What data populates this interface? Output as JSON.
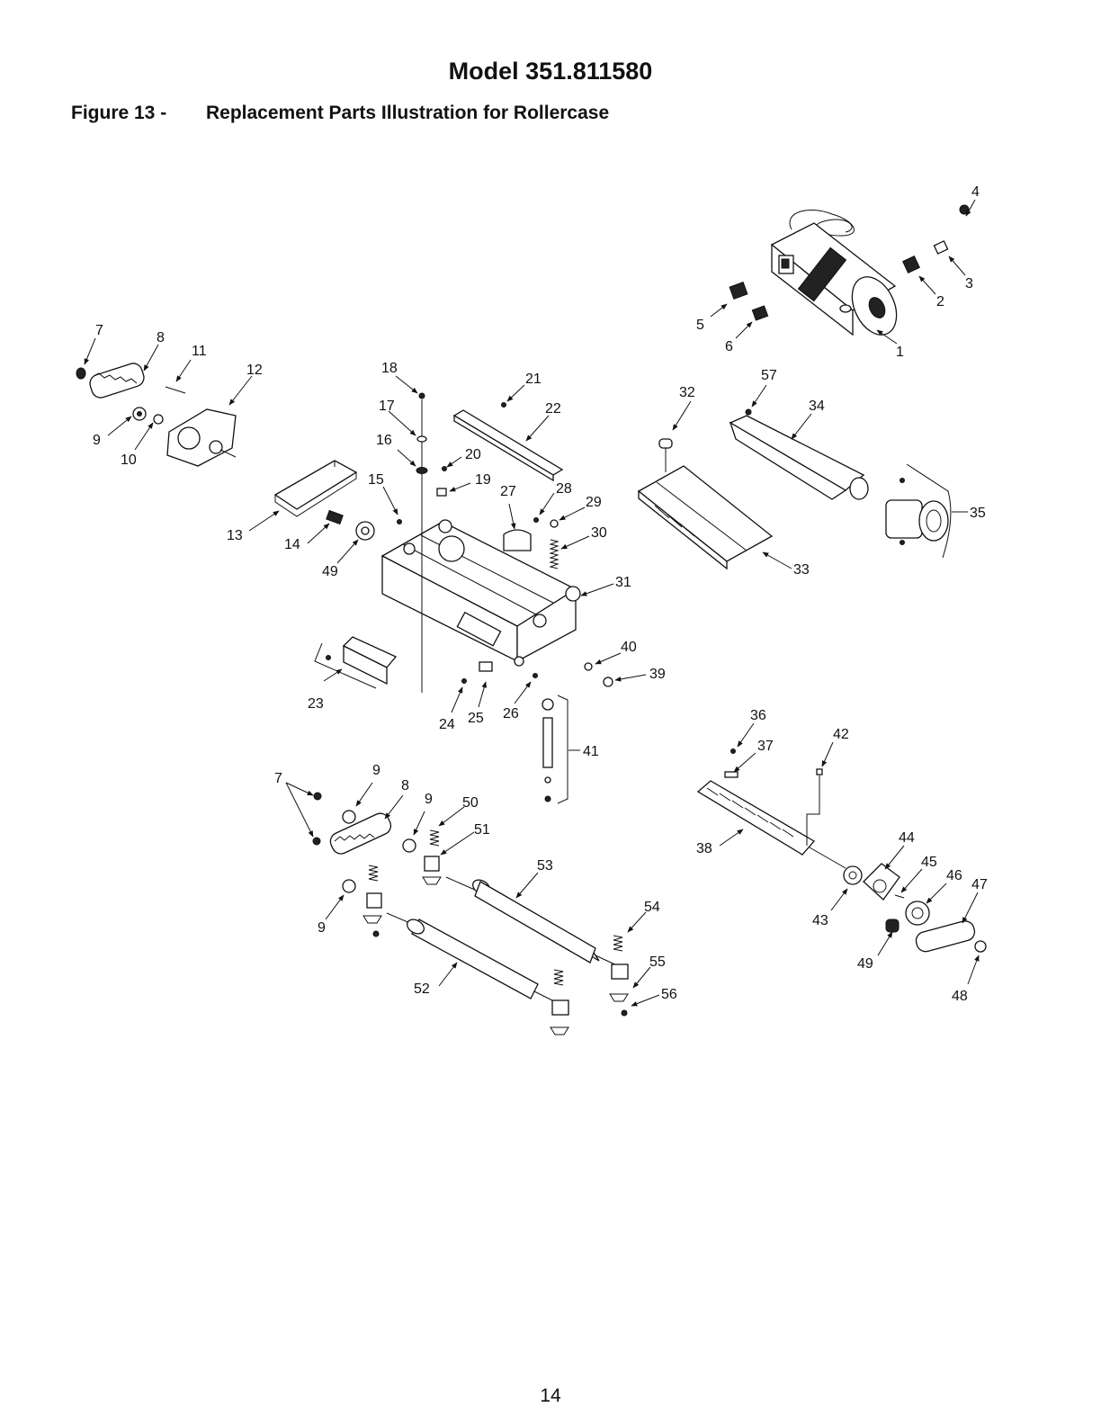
{
  "header": {
    "model_title": "Model 351.811580",
    "figure_number": "Figure 13 -",
    "figure_title": "Replacement Parts Illustration for Rollercase"
  },
  "footer": {
    "page_number": "14"
  },
  "callouts": {
    "c1": "1",
    "c2": "2",
    "c3": "3",
    "c4": "4",
    "c5": "5",
    "c6": "6",
    "c7a": "7",
    "c7b": "7",
    "c8a": "8",
    "c8b": "8",
    "c9a": "9",
    "c9b": "9",
    "c9c": "9",
    "c9d": "9",
    "c10": "10",
    "c11": "11",
    "c12": "12",
    "c13": "13",
    "c14": "14",
    "c15": "15",
    "c16": "16",
    "c17": "17",
    "c18": "18",
    "c19": "19",
    "c20": "20",
    "c21": "21",
    "c22": "22",
    "c23": "23",
    "c24": "24",
    "c25": "25",
    "c26": "26",
    "c27": "27",
    "c28": "28",
    "c29": "29",
    "c30": "30",
    "c31": "31",
    "c32": "32",
    "c33": "33",
    "c34": "34",
    "c35": "35",
    "c36": "36",
    "c37": "37",
    "c38": "38",
    "c39": "39",
    "c40": "40",
    "c41": "41",
    "c42": "42",
    "c43": "43",
    "c44": "44",
    "c45": "45",
    "c46": "46",
    "c47": "47",
    "c48": "48",
    "c49a": "49",
    "c49b": "49",
    "c50": "50",
    "c51": "51",
    "c52": "52",
    "c53": "53",
    "c54": "54",
    "c55": "55",
    "c56": "56",
    "c57": "57"
  }
}
